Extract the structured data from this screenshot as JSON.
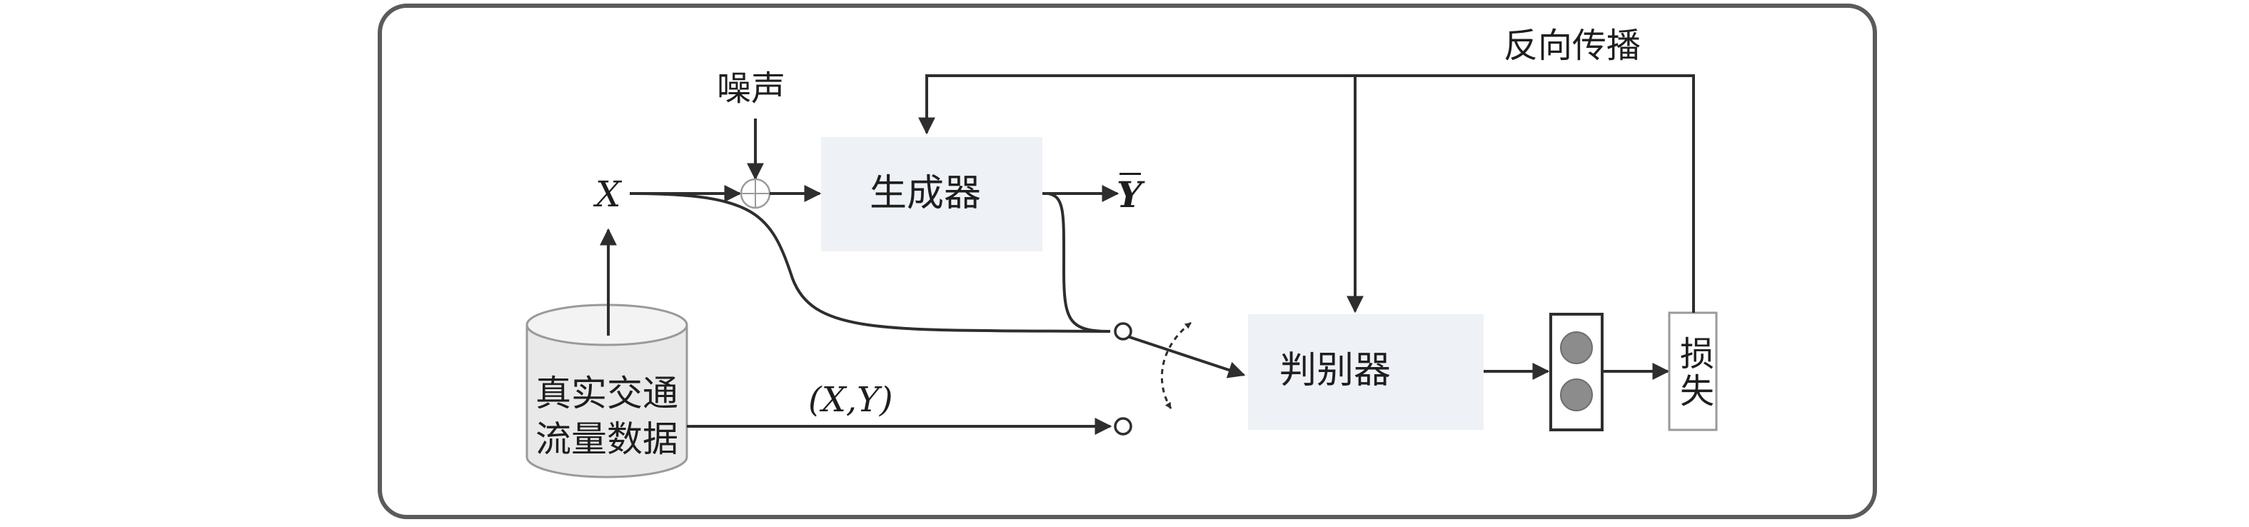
{
  "labels": {
    "noise": "噪声",
    "input_x": "X",
    "generator": "生成器",
    "output_y": "Y",
    "discriminator": "判别器",
    "backprop": "反向传播",
    "database_line1": "真实交通",
    "database_line2": "流量数据",
    "real_pair": "(X,Y)",
    "loss": "损失"
  },
  "colors": {
    "frame": "#5b5b5b",
    "box_fill": "#eef1f5",
    "line": "#2e2e2e",
    "node_fill": "#8c8c8c",
    "cylinder_fill": "#e9e9e9"
  }
}
